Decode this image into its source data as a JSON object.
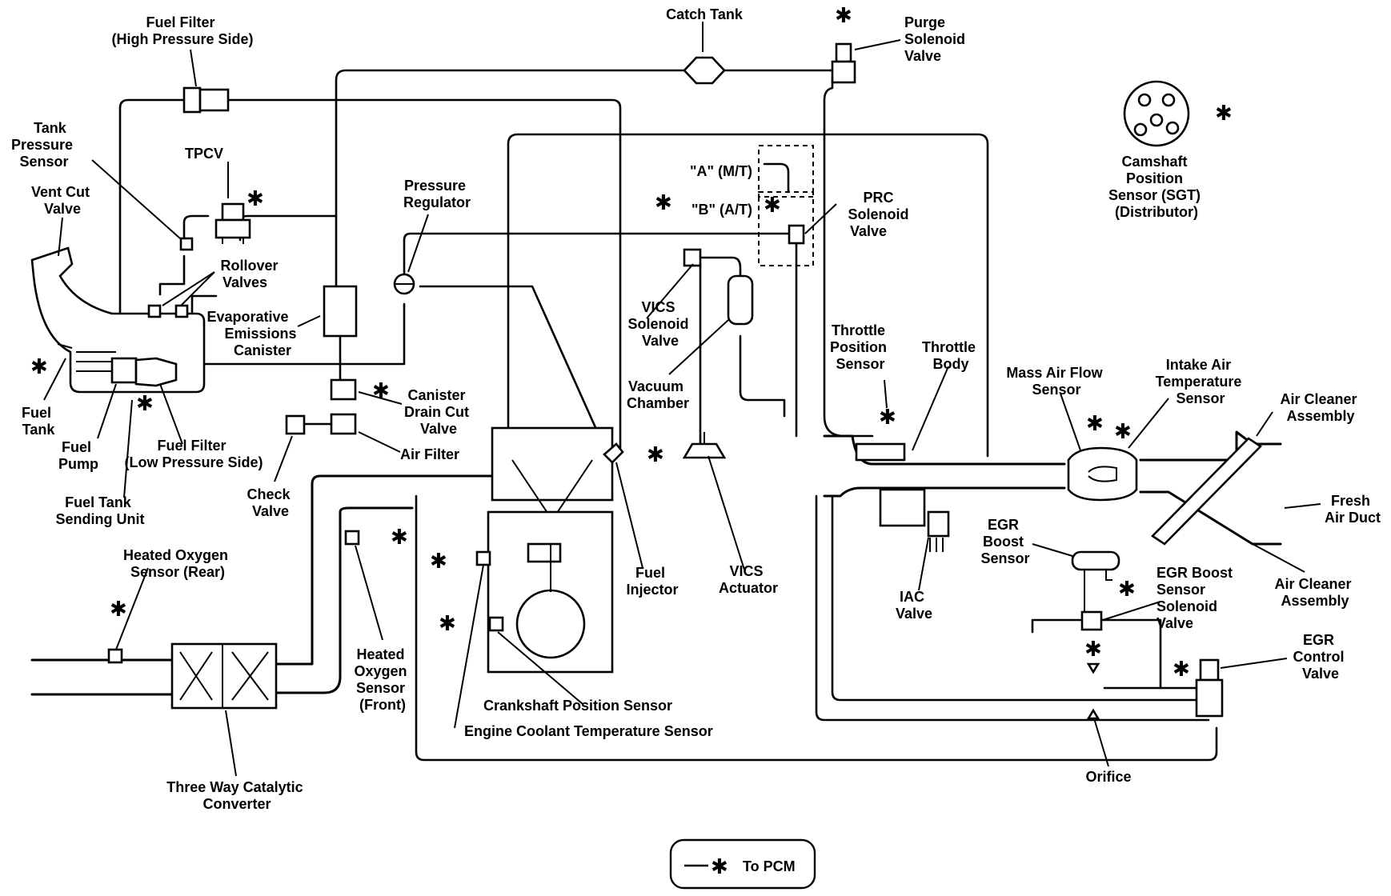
{
  "labels": {
    "fuel_filter_high": [
      "Fuel Filter",
      "(High Pressure Side)"
    ],
    "catch_tank": "Catch Tank",
    "purge_solenoid": [
      "Purge",
      "Solenoid",
      "Valve"
    ],
    "tank_pressure_sensor": [
      "Tank",
      "Pressure",
      "Sensor"
    ],
    "tpcv": "TPCV",
    "vent_cut_valve": [
      "Vent Cut",
      "Valve"
    ],
    "pressure_regulator": [
      "Pressure",
      "Regulator"
    ],
    "rollover_valves": [
      "Rollover",
      "Valves"
    ],
    "evap_canister": [
      "Evaporative",
      "Emissions",
      "Canister"
    ],
    "fuel_tank": [
      "Fuel",
      "Tank"
    ],
    "fuel_pump": [
      "Fuel",
      "Pump"
    ],
    "fuel_filter_low": [
      "Fuel Filter",
      "(Low Pressure Side)"
    ],
    "fuel_tank_sending": [
      "Fuel Tank",
      "Sending Unit"
    ],
    "canister_drain": [
      "Canister",
      "Drain Cut",
      "Valve"
    ],
    "air_filter": "Air Filter",
    "check_valve": [
      "Check",
      "Valve"
    ],
    "mt": "\"A\" (M/T)",
    "at": "\"B\" (A/T)",
    "prc_solenoid": [
      "PRC",
      "Solenoid",
      "Valve"
    ],
    "vics_solenoid": [
      "VICS",
      "Solenoid",
      "Valve"
    ],
    "vacuum_chamber": [
      "Vacuum",
      "Chamber"
    ],
    "camshaft_sensor": [
      "Camshaft",
      "Position",
      "Sensor (SGT)",
      "(Distributor)"
    ],
    "throttle_position": [
      "Throttle",
      "Position",
      "Sensor"
    ],
    "throttle_body": [
      "Throttle",
      "Body"
    ],
    "maf_sensor": [
      "Mass Air Flow",
      "Sensor"
    ],
    "iat_sensor": [
      "Intake Air",
      "Temperature",
      "Sensor"
    ],
    "air_cleaner_top": [
      "Air Cleaner",
      "Assembly"
    ],
    "fresh_air_duct": [
      "Fresh",
      "Air Duct"
    ],
    "air_cleaner_bottom": [
      "Air Cleaner",
      "Assembly"
    ],
    "fuel_injector": [
      "Fuel",
      "Injector"
    ],
    "vics_actuator": [
      "VICS",
      "Actuator"
    ],
    "iac_valve": [
      "IAC",
      "Valve"
    ],
    "egr_boost_sensor": [
      "EGR",
      "Boost",
      "Sensor"
    ],
    "egr_boost_solenoid": [
      "EGR Boost",
      "Sensor",
      "Solenoid",
      "Valve"
    ],
    "egr_control": [
      "EGR",
      "Control",
      "Valve"
    ],
    "ho2s_rear": [
      "Heated Oxygen",
      "Sensor (Rear)"
    ],
    "ho2s_front": [
      "Heated",
      "Oxygen",
      "Sensor",
      "(Front)"
    ],
    "crank_sensor": "Crankshaft Position Sensor",
    "ect_sensor": "Engine Coolant Temperature Sensor",
    "catalytic": [
      "Three Way Catalytic",
      "Converter"
    ],
    "orifice": "Orifice"
  },
  "legend": {
    "symbol": "✱",
    "text": "To PCM"
  },
  "pcm_marker": "✱"
}
